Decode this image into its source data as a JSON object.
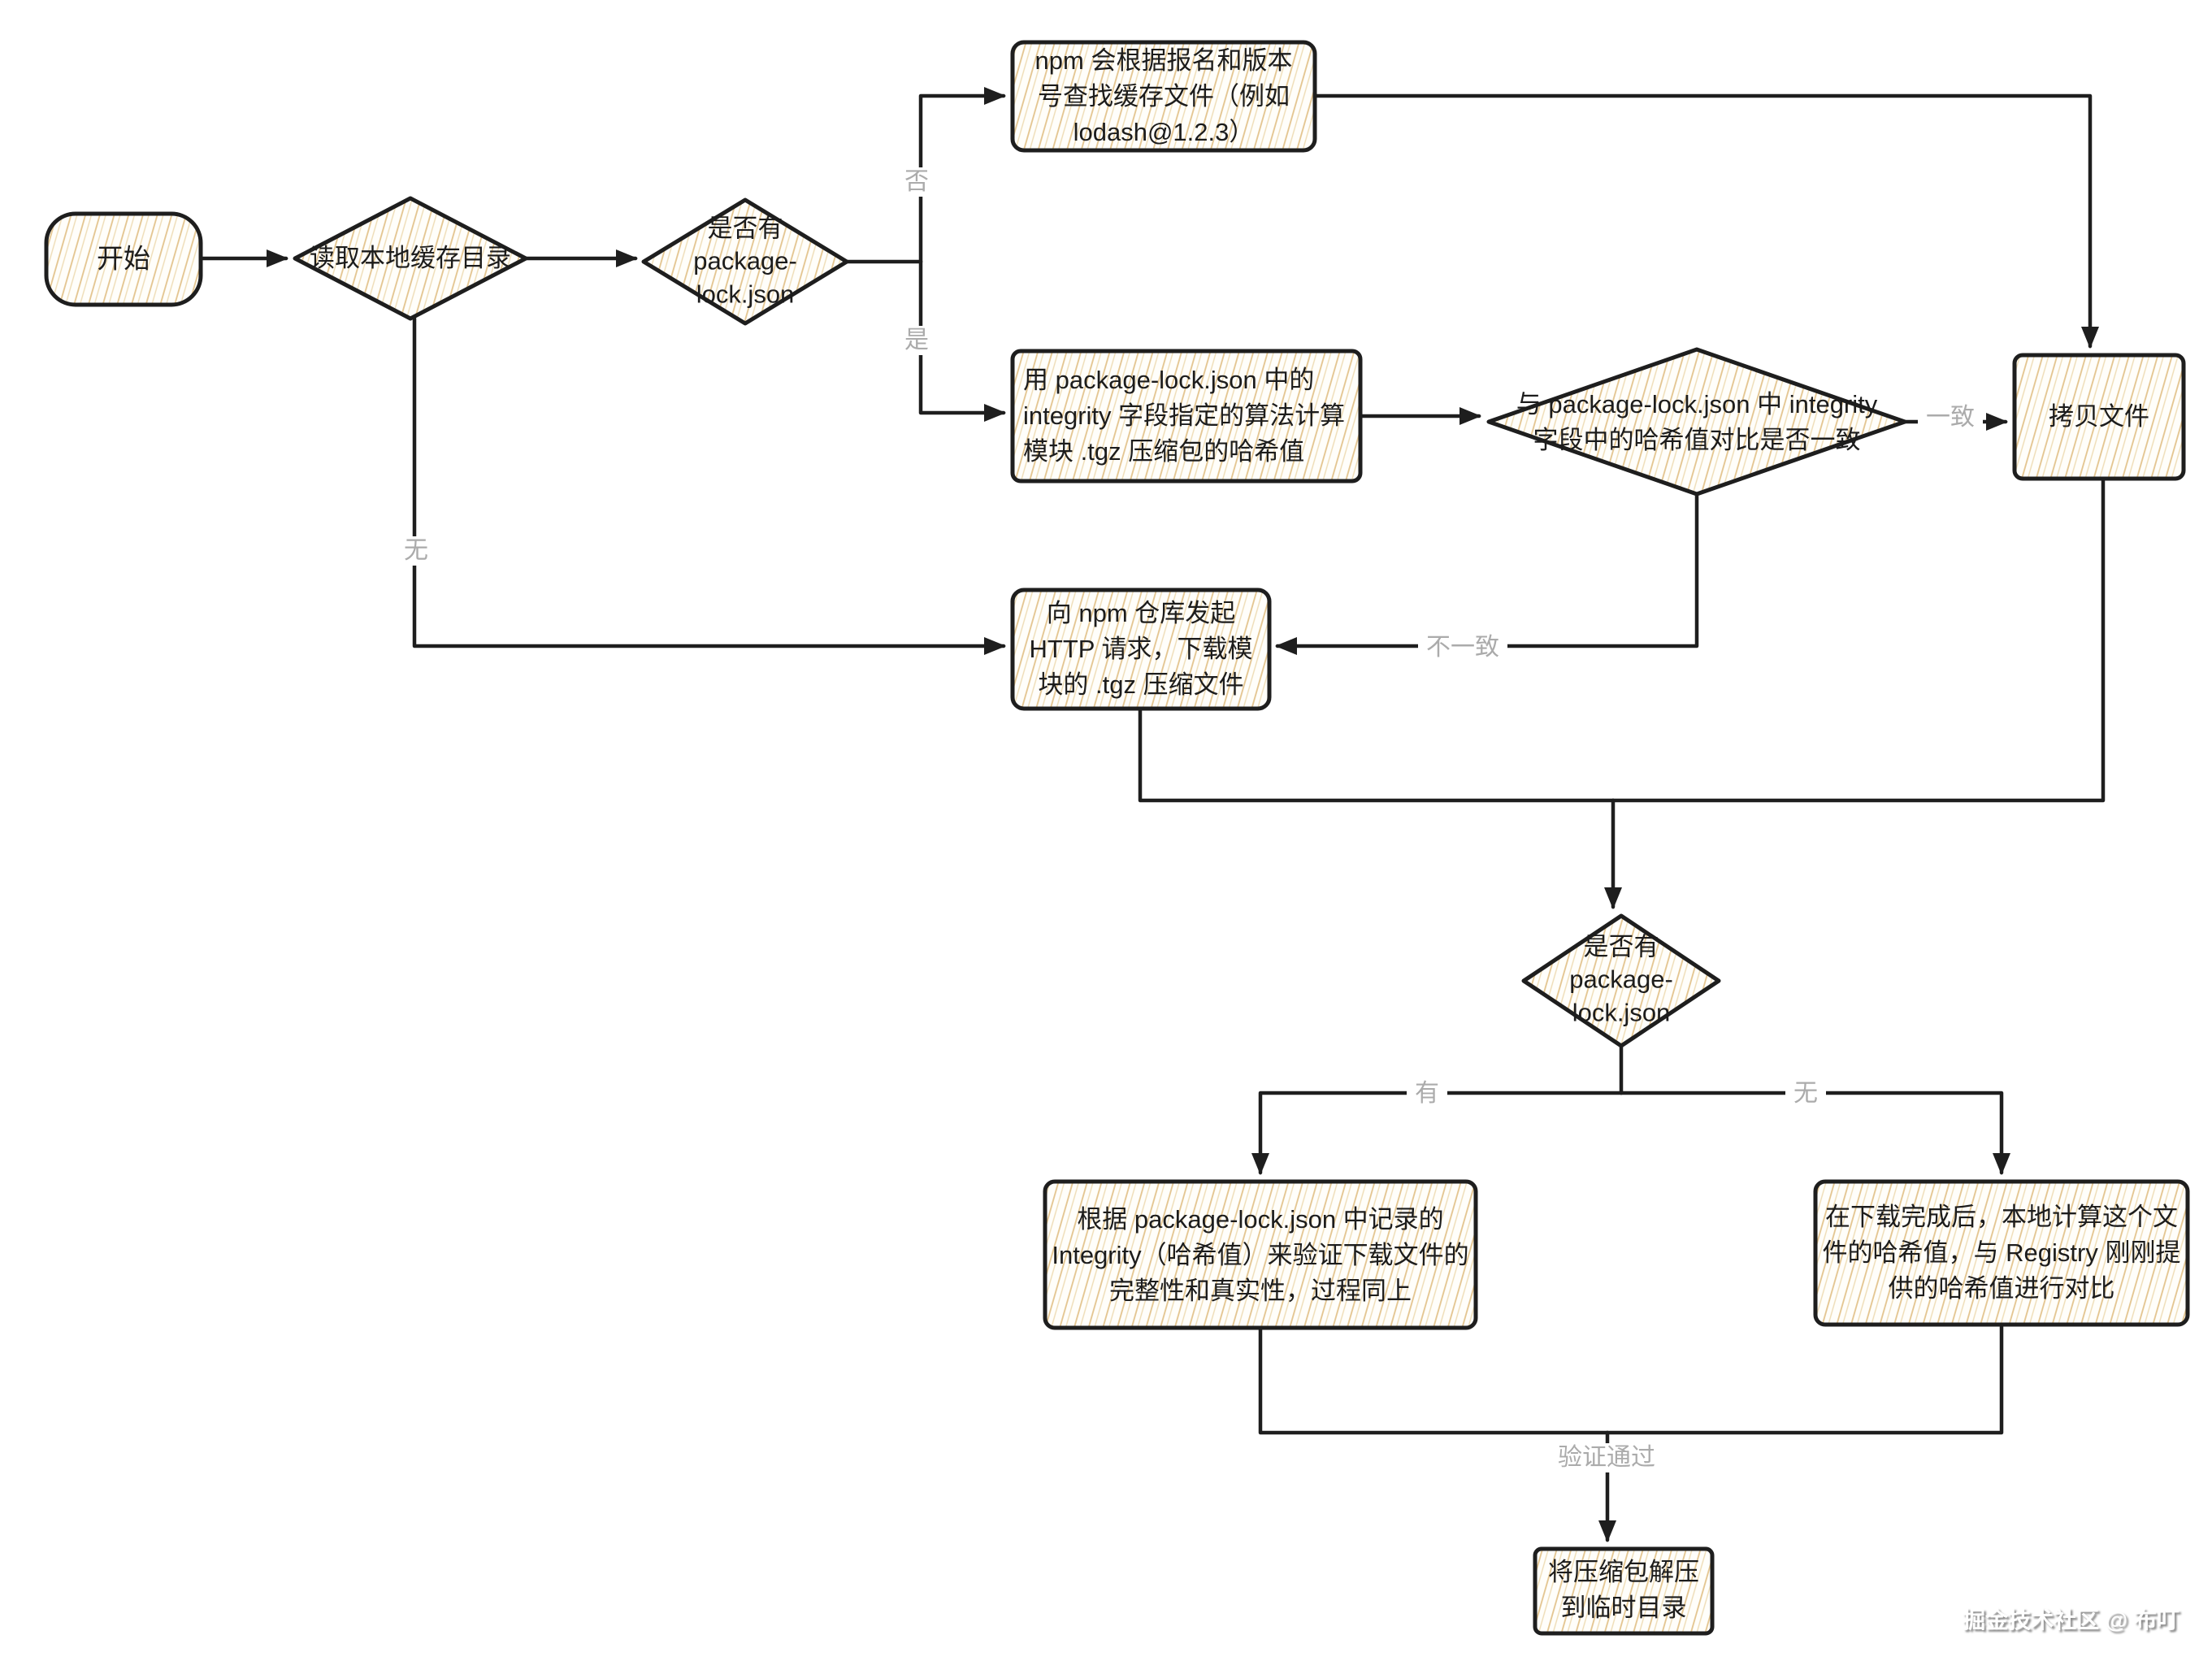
{
  "nodes": {
    "start": {
      "label": "开始"
    },
    "read_cache_dir": {
      "label": "读取本地缓存目录"
    },
    "has_package_lock_1": {
      "label": "是否有\npackage-\nlock.json"
    },
    "npm_find_cache": {
      "label": "npm 会根据报名和版本\n号查找缓存文件（例如\nlodash@1.2.3）"
    },
    "calc_hash_with_lock": {
      "label": "用 package-lock.json 中的\nintegrity 字段指定的算法计算\n模块 .tgz 压缩包的哈希值"
    },
    "compare_hash": {
      "label": "与 package-lock.json 中 integrity\n字段中的哈希值对比是否一致"
    },
    "copy_file": {
      "label": "拷贝文件"
    },
    "http_download": {
      "label": "向 npm 仓库发起\nHTTP 请求，下载模\n块的 .tgz 压缩文件"
    },
    "has_package_lock_2": {
      "label": "是否有\npackage-\nlock.json"
    },
    "verify_with_lock": {
      "label": "根据 package-lock.json 中记录的\nIntegrity（哈希值）来验证下载文件的\n完整性和真实性，过程同上"
    },
    "verify_with_registry": {
      "label": "在下载完成后，本地计算这个文\n件的哈希值，与 Registry 刚刚提\n供的哈希值进行对比"
    },
    "extract_to_temp": {
      "label": "将压缩包解压\n到临时目录"
    }
  },
  "edge_labels": {
    "no": "否",
    "yes": "是",
    "none": "无",
    "match": "一致",
    "mismatch": "不一致",
    "has": "有",
    "without": "无",
    "verified": "验证通过"
  },
  "watermark": "掘金技术社区 @ 布叮",
  "colors": {
    "stroke": "#1e1e1e",
    "hatch_fill": "#e3c48e",
    "edge_label_gray": "#ababab",
    "text": "#1c1c1c",
    "watermark_white": "#ffffff"
  }
}
